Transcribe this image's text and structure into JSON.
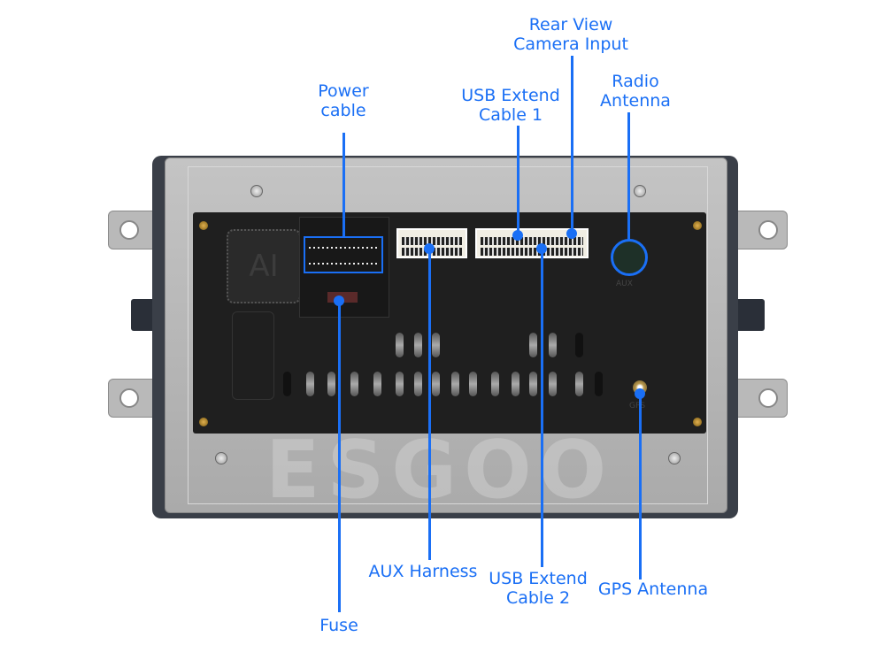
{
  "labels": {
    "power_cable": [
      "Power",
      "cable"
    ],
    "fuse": "Fuse",
    "aux_harness": "AUX Harness",
    "usb_extend_1": [
      "USB Extend",
      "Cable 1"
    ],
    "usb_extend_2": [
      "USB Extend",
      "Cable 2"
    ],
    "rear_view_camera": [
      "Rear View",
      "Camera Input"
    ],
    "radio_antenna": [
      "Radio",
      "Antenna"
    ],
    "gps_antenna": "GPS Antenna"
  },
  "device_markings": {
    "logo": "AI",
    "radio_port": "AUX",
    "gps_port": "GPS"
  },
  "watermark": "ESGOO",
  "colors": {
    "accent": "#1a6ff5",
    "body": "#1e1e1e",
    "plate": "#b5b5b5"
  }
}
